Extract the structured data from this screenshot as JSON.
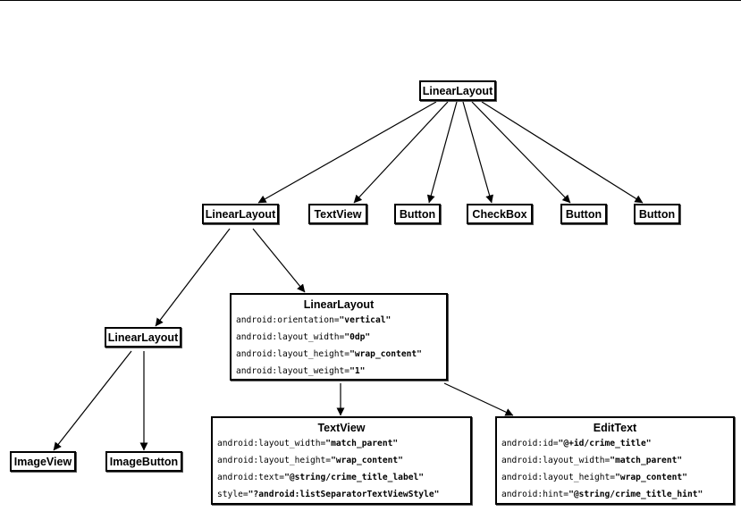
{
  "diagram": {
    "nodes": [
      {
        "id": "root",
        "label": "LinearLayout"
      },
      {
        "id": "ll2",
        "label": "LinearLayout"
      },
      {
        "id": "tv1",
        "label": "TextView"
      },
      {
        "id": "btn1",
        "label": "Button"
      },
      {
        "id": "cb",
        "label": "CheckBox"
      },
      {
        "id": "btn2",
        "label": "Button"
      },
      {
        "id": "btn3",
        "label": "Button"
      },
      {
        "id": "ll3",
        "label": "LinearLayout"
      },
      {
        "id": "ll4",
        "label": "LinearLayout",
        "props": [
          {
            "name": "android:orientation=",
            "value": "\"vertical\""
          },
          {
            "name": "android:layout_width=",
            "value": "\"0dp\""
          },
          {
            "name": "android:layout_height=",
            "value": "\"wrap_content\""
          },
          {
            "name": "android:layout_weight=",
            "value": "\"1\""
          }
        ]
      },
      {
        "id": "iv",
        "label": "ImageView"
      },
      {
        "id": "ib",
        "label": "ImageButton"
      },
      {
        "id": "tv2",
        "label": "TextView",
        "props": [
          {
            "name": "android:layout_width=",
            "value": "\"match_parent\""
          },
          {
            "name": "android:layout_height=",
            "value": "\"wrap_content\""
          },
          {
            "name": "android:text=",
            "value": "\"@string/crime_title_label\""
          },
          {
            "name": "style=",
            "value": "\"?android:listSeparatorTextViewStyle\""
          }
        ]
      },
      {
        "id": "et",
        "label": "EditText",
        "props": [
          {
            "name": "android:id=",
            "value": "\"@+id/crime_title\""
          },
          {
            "name": "android:layout_width=",
            "value": "\"match_parent\""
          },
          {
            "name": "android:layout_height=",
            "value": "\"wrap_content\""
          },
          {
            "name": "android:hint=",
            "value": "\"@string/crime_title_hint\""
          }
        ]
      }
    ],
    "edges": [
      {
        "from": "root",
        "to": "ll2"
      },
      {
        "from": "root",
        "to": "tv1"
      },
      {
        "from": "root",
        "to": "btn1"
      },
      {
        "from": "root",
        "to": "cb"
      },
      {
        "from": "root",
        "to": "btn2"
      },
      {
        "from": "root",
        "to": "btn3"
      },
      {
        "from": "ll2",
        "to": "ll3"
      },
      {
        "from": "ll2",
        "to": "ll4"
      },
      {
        "from": "ll3",
        "to": "iv"
      },
      {
        "from": "ll3",
        "to": "ib"
      },
      {
        "from": "ll4",
        "to": "tv2"
      },
      {
        "from": "ll4",
        "to": "et"
      }
    ]
  }
}
